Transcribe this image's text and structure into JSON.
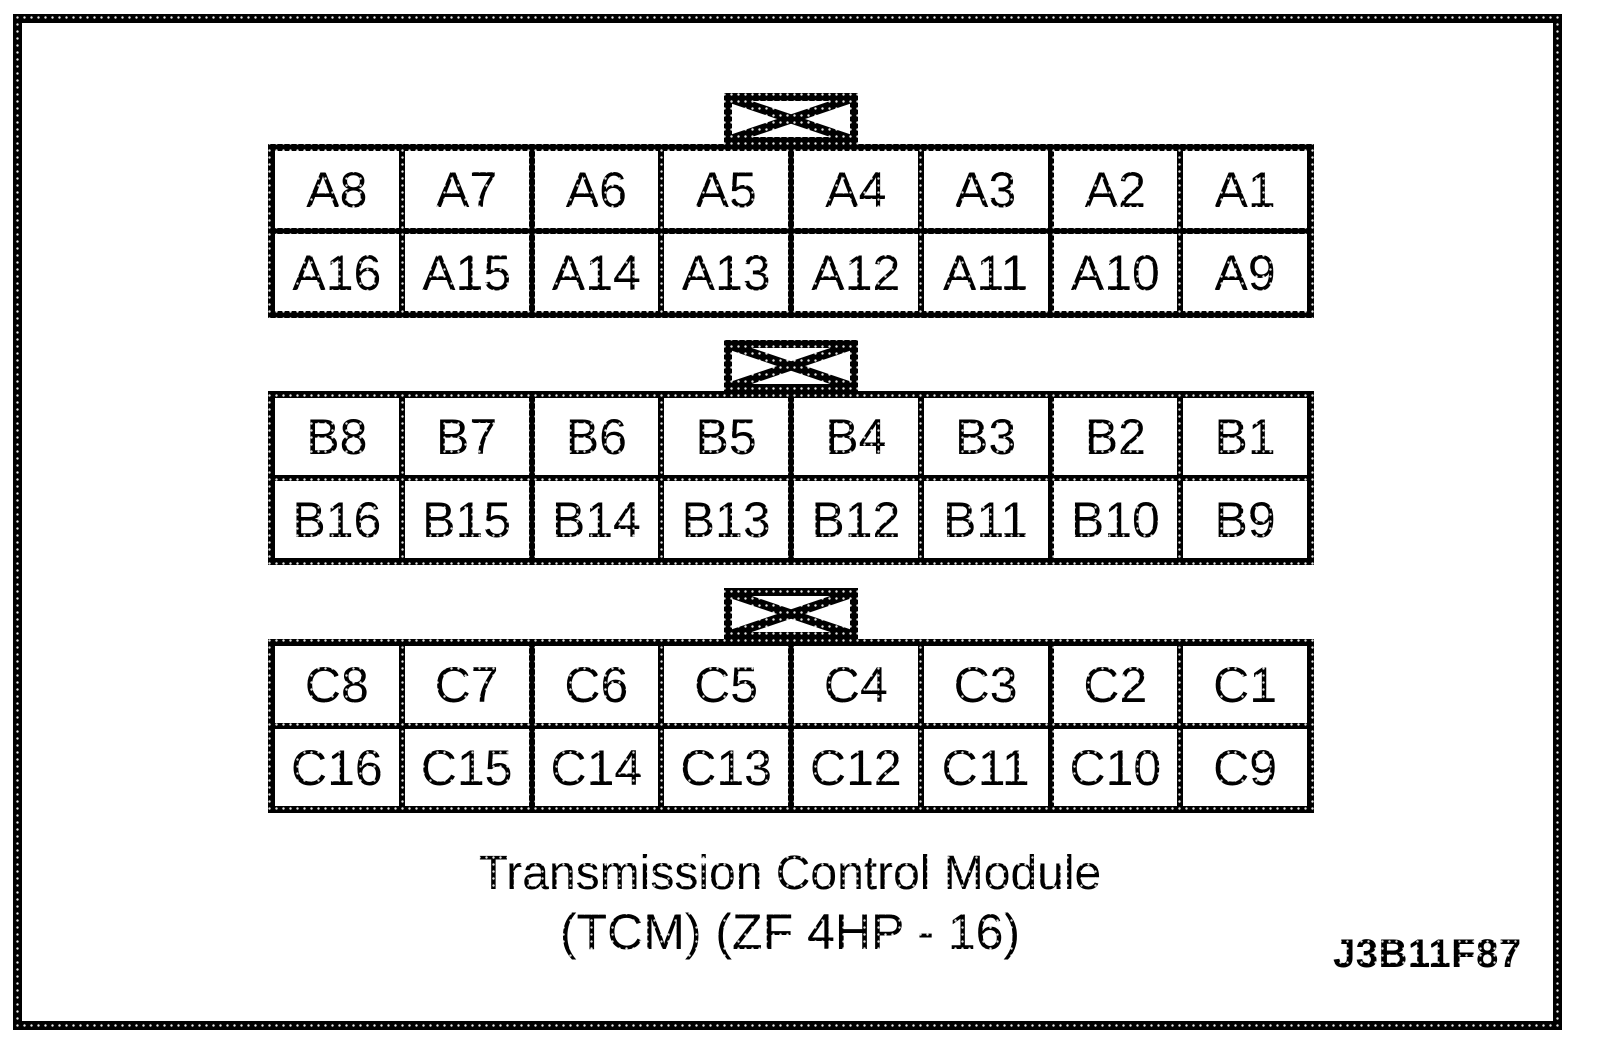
{
  "colors": {
    "ink": "#000000",
    "paper": "#ffffff"
  },
  "connectors": [
    {
      "id": "A",
      "top": [
        "A8",
        "A7",
        "A6",
        "A5",
        "A4",
        "A3",
        "A2",
        "A1"
      ],
      "bottom": [
        "A16",
        "A15",
        "A14",
        "A13",
        "A12",
        "A11",
        "A10",
        "A9"
      ]
    },
    {
      "id": "B",
      "top": [
        "B8",
        "B7",
        "B6",
        "B5",
        "B4",
        "B3",
        "B2",
        "B1"
      ],
      "bottom": [
        "B16",
        "B15",
        "B14",
        "B13",
        "B12",
        "B11",
        "B10",
        "B9"
      ]
    },
    {
      "id": "C",
      "top": [
        "C8",
        "C7",
        "C6",
        "C5",
        "C4",
        "C3",
        "C2",
        "C1"
      ],
      "bottom": [
        "C16",
        "C15",
        "C14",
        "C13",
        "C12",
        "C11",
        "C10",
        "C9"
      ]
    }
  ],
  "caption": {
    "line1": "Transmission Control Module",
    "line2": "(TCM) (ZF 4HP - 16)"
  },
  "figure_code": "J3B11F87",
  "icons": [
    {
      "name": "keyway-icon",
      "shape": "crossed-box"
    }
  ]
}
